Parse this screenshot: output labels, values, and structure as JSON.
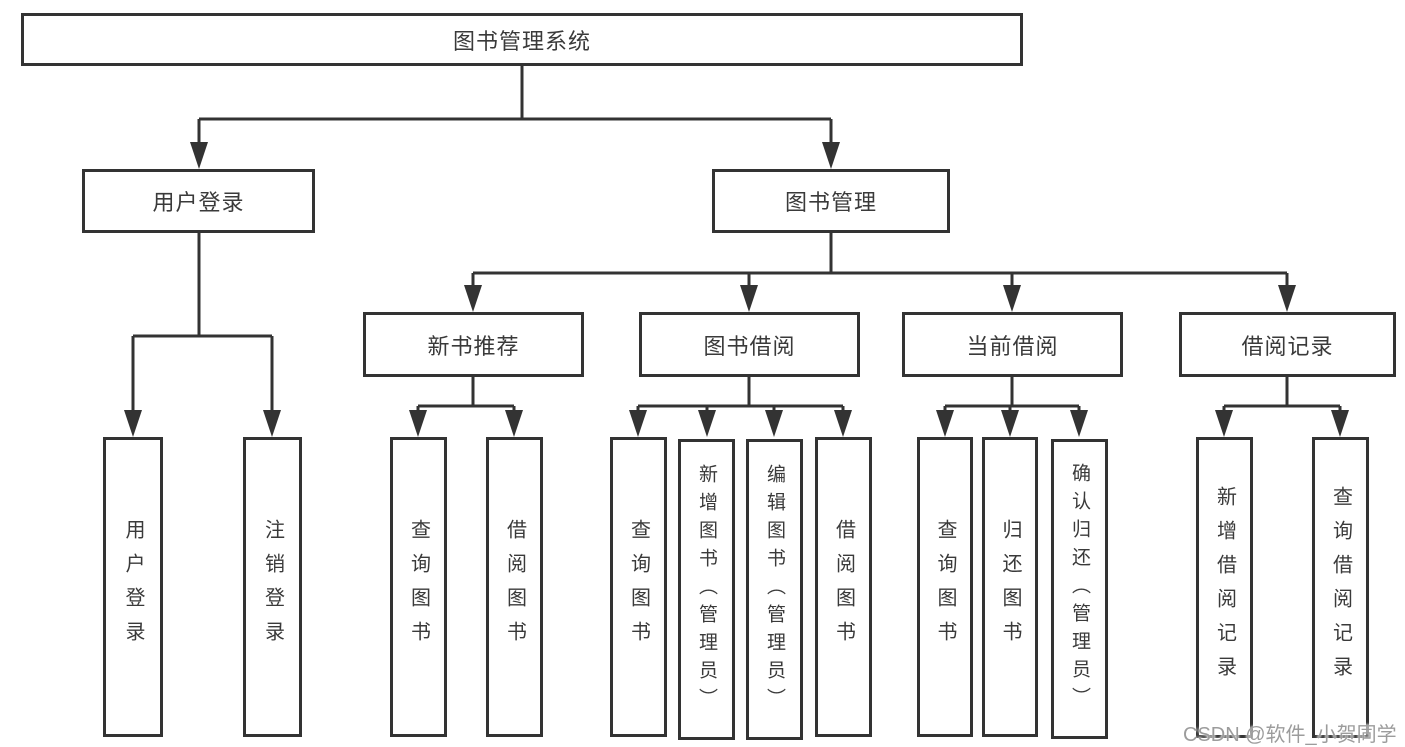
{
  "diagram": {
    "title": "图书管理系统",
    "nodes": {
      "root": {
        "label": "图书管理系统"
      },
      "user_login": {
        "label": "用户登录"
      },
      "book_mgmt": {
        "label": "图书管理"
      },
      "new_book_rec": {
        "label": "新书推荐"
      },
      "book_borrow": {
        "label": "图书借阅"
      },
      "current_borrow": {
        "label": "当前借阅"
      },
      "borrow_record": {
        "label": "借阅记录"
      },
      "leaf_user_login": {
        "label": "用户登录"
      },
      "leaf_logout": {
        "label": "注销登录"
      },
      "leaf_rec_query": {
        "label": "查询图书"
      },
      "leaf_rec_borrow": {
        "label": "借阅图书"
      },
      "leaf_bb_query": {
        "label": "查询图书"
      },
      "leaf_bb_add": {
        "label": "新增图书（管理员）"
      },
      "leaf_bb_edit": {
        "label": "编辑图书（管理员）"
      },
      "leaf_bb_borrow": {
        "label": "借阅图书"
      },
      "leaf_cb_query": {
        "label": "查询图书"
      },
      "leaf_cb_return": {
        "label": "归还图书"
      },
      "leaf_cb_confirm": {
        "label": "确认归还（管理员）"
      },
      "leaf_br_add": {
        "label": "新增借阅记录"
      },
      "leaf_br_query": {
        "label": "查询借阅记录"
      }
    },
    "edges": [
      [
        "root",
        "user_login"
      ],
      [
        "root",
        "book_mgmt"
      ],
      [
        "user_login",
        "leaf_user_login"
      ],
      [
        "user_login",
        "leaf_logout"
      ],
      [
        "book_mgmt",
        "new_book_rec"
      ],
      [
        "book_mgmt",
        "book_borrow"
      ],
      [
        "book_mgmt",
        "current_borrow"
      ],
      [
        "book_mgmt",
        "borrow_record"
      ],
      [
        "new_book_rec",
        "leaf_rec_query"
      ],
      [
        "new_book_rec",
        "leaf_rec_borrow"
      ],
      [
        "book_borrow",
        "leaf_bb_query"
      ],
      [
        "book_borrow",
        "leaf_bb_add"
      ],
      [
        "book_borrow",
        "leaf_bb_edit"
      ],
      [
        "book_borrow",
        "leaf_bb_borrow"
      ],
      [
        "current_borrow",
        "leaf_cb_query"
      ],
      [
        "current_borrow",
        "leaf_cb_return"
      ],
      [
        "current_borrow",
        "leaf_cb_confirm"
      ],
      [
        "borrow_record",
        "leaf_br_add"
      ],
      [
        "borrow_record",
        "leaf_br_query"
      ]
    ]
  },
  "watermark": {
    "text": "CSDN @软件_小贺同学",
    "color": "#9c9c9c"
  },
  "colors": {
    "line": "#333333",
    "text": "#3a3a3a",
    "background": "#ffffff"
  }
}
